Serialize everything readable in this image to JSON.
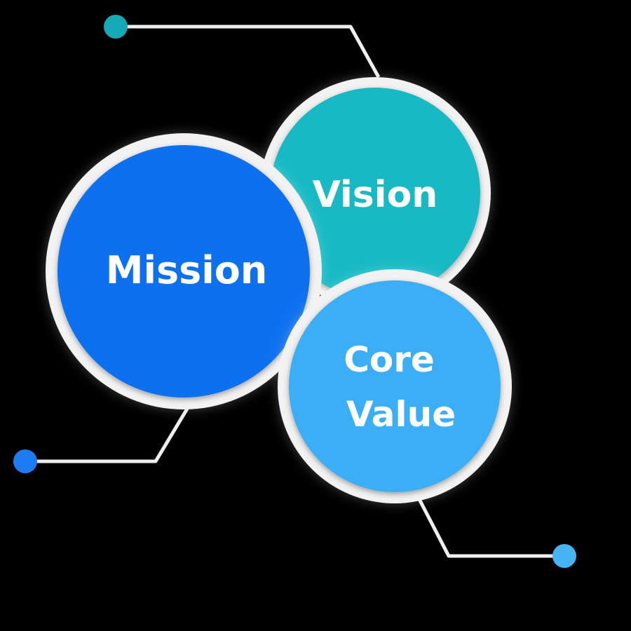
{
  "diagram": {
    "nodes": [
      {
        "id": "vision",
        "lines": [
          "Vision"
        ],
        "color": "#17B9C4"
      },
      {
        "id": "mission",
        "lines": [
          "Mission"
        ],
        "color": "#0B6FEF"
      },
      {
        "id": "core-value",
        "lines": [
          "Core",
          "Value"
        ],
        "color": "#3AAEF5"
      }
    ],
    "connector_dots": {
      "top": "#14A9B5",
      "bottom_left": "#1E7CF2",
      "bottom_right": "#46B3F3"
    },
    "ring_color": "#F2F2F2",
    "background": "#000000"
  }
}
